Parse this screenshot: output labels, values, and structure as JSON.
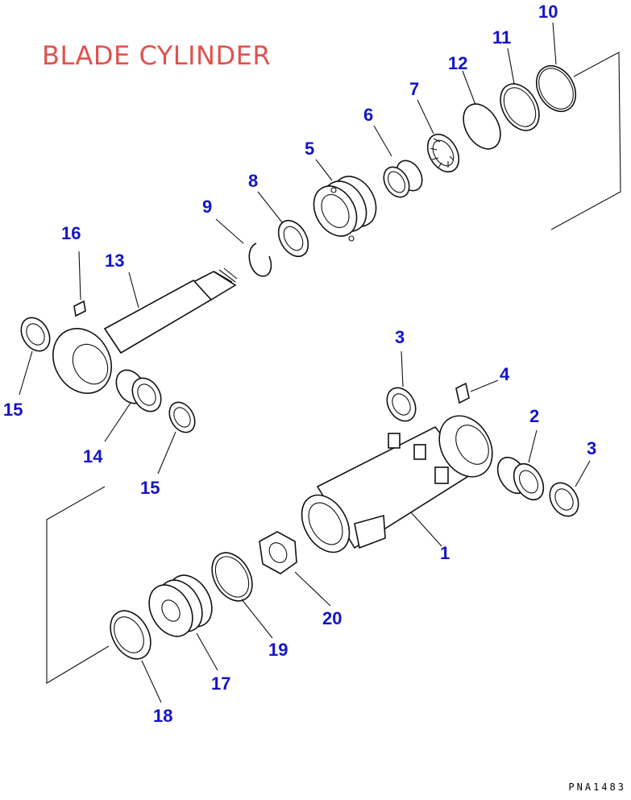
{
  "title": "BLADE CYLINDER",
  "drawing_code": "PNA1483",
  "colors": {
    "title": "#e0524e",
    "part_number": "#1414c8",
    "line": "#111111"
  },
  "parts": [
    {
      "id": "p1",
      "label": "1"
    },
    {
      "id": "p2",
      "label": "2"
    },
    {
      "id": "p3a",
      "label": "3"
    },
    {
      "id": "p3b",
      "label": "3"
    },
    {
      "id": "p4",
      "label": "4"
    },
    {
      "id": "p5",
      "label": "5"
    },
    {
      "id": "p6",
      "label": "6"
    },
    {
      "id": "p7",
      "label": "7"
    },
    {
      "id": "p8",
      "label": "8"
    },
    {
      "id": "p9",
      "label": "9"
    },
    {
      "id": "p10",
      "label": "10"
    },
    {
      "id": "p11",
      "label": "11"
    },
    {
      "id": "p12",
      "label": "12"
    },
    {
      "id": "p13",
      "label": "13"
    },
    {
      "id": "p14",
      "label": "14"
    },
    {
      "id": "p15a",
      "label": "15"
    },
    {
      "id": "p15b",
      "label": "15"
    },
    {
      "id": "p16",
      "label": "16"
    },
    {
      "id": "p17",
      "label": "17"
    },
    {
      "id": "p18",
      "label": "18"
    },
    {
      "id": "p19",
      "label": "19"
    },
    {
      "id": "p20",
      "label": "20"
    }
  ]
}
